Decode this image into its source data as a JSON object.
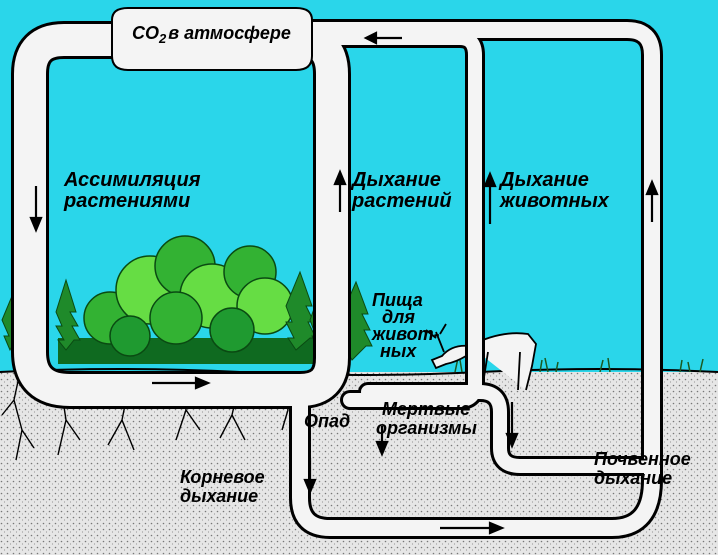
{
  "colors": {
    "sky": "#2ad6ea",
    "soil": "#e6e6e6",
    "pipe": "#f4f4f4",
    "outline": "#000000",
    "foliage": "#33b233",
    "foliage_light": "#66dd44",
    "foliage_dark": "#0f6a20"
  },
  "labels": {
    "co2_prefix": "CO",
    "co2_sub": "2",
    "co2_rest": "в атмосфере",
    "assimilation_line1": "Ассимиляция",
    "assimilation_line2": "растениями",
    "plant_respiration_line1": "Дыхание",
    "plant_respiration_line2": "растений",
    "animal_respiration_line1": "Дыхание",
    "animal_respiration_line2": "животных",
    "animal_food_line1": "Пища",
    "animal_food_line2": "для",
    "animal_food_line3": "живот-",
    "animal_food_line4": "ных",
    "litter": "Опад",
    "dead_organisms_line1": "Мертвые",
    "dead_organisms_line2": "организмы",
    "root_respiration_line1": "Корневое",
    "root_respiration_line2": "дыхание",
    "soil_respiration_line1": "Почвенное",
    "soil_respiration_line2": "дыхание"
  },
  "icons": {
    "flow_arrows": "arrow-icon",
    "forest": "forest-illustration",
    "animal": "deer-illustration",
    "roots": "roots-illustration"
  }
}
